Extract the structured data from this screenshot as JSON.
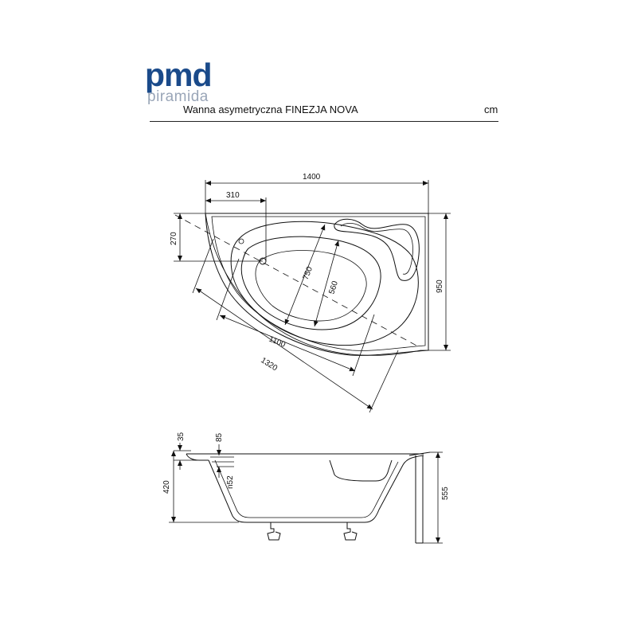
{
  "logo": {
    "brand": "pmd",
    "sub": "piramida",
    "brand_color": "#1a4a8a",
    "sub_color": "#9aa6b8"
  },
  "header": {
    "title": "Wanna asymetryczna FINEZJA NOVA",
    "unit": "cm"
  },
  "dimensions": {
    "top_width": "1400",
    "offset_left": "310",
    "left_depth": "270",
    "inner_width": "750",
    "inner_depth": "560",
    "inner_length": "1100",
    "outer_length": "1320",
    "total_depth": "950",
    "rim_height": "35",
    "drain_offset": "85",
    "side_height": "420",
    "drain_diameter": "n52",
    "total_height": "555"
  }
}
